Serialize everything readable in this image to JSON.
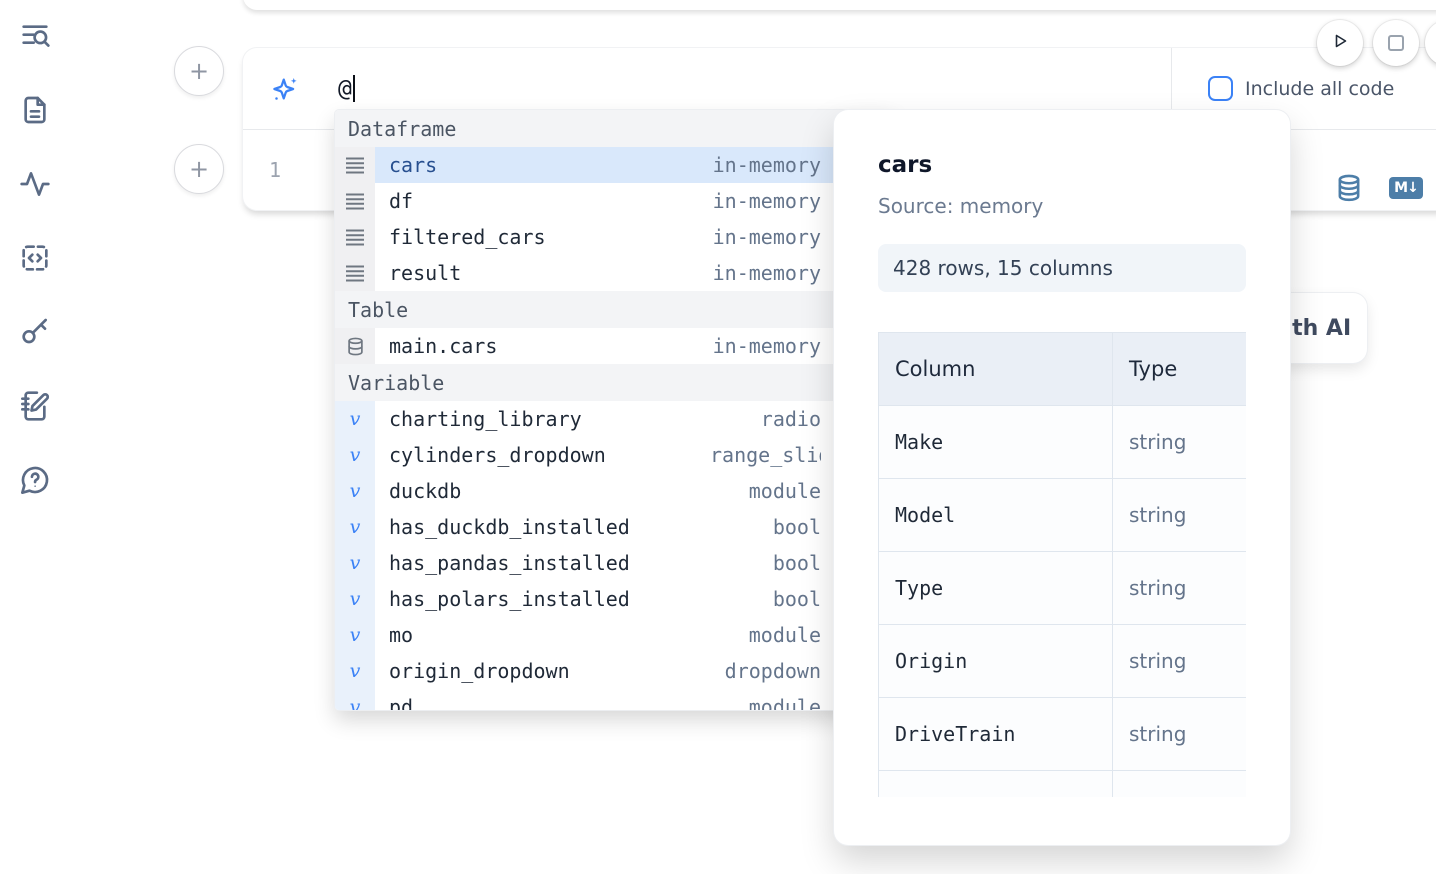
{
  "sidebar": {
    "icons": [
      "list-search-icon",
      "file-text-icon",
      "activity-icon",
      "code-snippet-icon",
      "key-icon",
      "notebook-pen-icon",
      "help-chat-icon"
    ]
  },
  "cell": {
    "add_button_top": "+",
    "add_button_bottom": "+",
    "ai_input": {
      "icon": "ai-sparkle-icon",
      "value": "@"
    },
    "include_all_code": {
      "label": "Include all code",
      "checked": false
    },
    "line_number": "1",
    "actions": {
      "database_icon": "database-icon",
      "markdown_badge": "M↓"
    },
    "run_controls": {
      "play_icon": "play-icon",
      "stop_icon": "stop-square-icon"
    }
  },
  "ai_card": {
    "label": "Generate with AI"
  },
  "autocomplete": {
    "sections": [
      {
        "label": "Dataframe",
        "kind": "dataframe",
        "icon": "dataframe-icon",
        "items": [
          {
            "name": "cars",
            "type": "in-memory",
            "selected": true
          },
          {
            "name": "df",
            "type": "in-memory"
          },
          {
            "name": "filtered_cars",
            "type": "in-memory"
          },
          {
            "name": "result",
            "type": "in-memory"
          }
        ]
      },
      {
        "label": "Table",
        "kind": "table",
        "icon": "table-icon",
        "items": [
          {
            "name": "main.cars",
            "type": "in-memory"
          }
        ]
      },
      {
        "label": "Variable",
        "kind": "variable",
        "icon": "variable-icon",
        "items": [
          {
            "name": "charting_library",
            "type": "radio"
          },
          {
            "name": "cylinders_dropdown",
            "type": "range_slider",
            "clip_type": true
          },
          {
            "name": "duckdb",
            "type": "module"
          },
          {
            "name": "has_duckdb_installed",
            "type": "bool"
          },
          {
            "name": "has_pandas_installed",
            "type": "bool"
          },
          {
            "name": "has_polars_installed",
            "type": "bool"
          },
          {
            "name": "mo",
            "type": "module"
          },
          {
            "name": "origin_dropdown",
            "type": "dropdown"
          },
          {
            "name": "pd",
            "type": "module",
            "partial": true
          }
        ]
      }
    ]
  },
  "preview": {
    "title": "cars",
    "source": "Source: memory",
    "shape_badge": "428 rows, 15 columns",
    "table": {
      "headers": [
        "Column",
        "Type"
      ],
      "rows": [
        [
          "Make",
          "string"
        ],
        [
          "Model",
          "string"
        ],
        [
          "Type",
          "string"
        ],
        [
          "Origin",
          "string"
        ],
        [
          "DriveTrain",
          "string"
        ]
      ]
    }
  },
  "colors": {
    "accent_blue": "#3b82f6",
    "steel_blue": "#4d7ea8",
    "selected_row_bg": "#d9e8fb",
    "icon_slate": "#5b6b85",
    "muted_text": "#64748b"
  }
}
